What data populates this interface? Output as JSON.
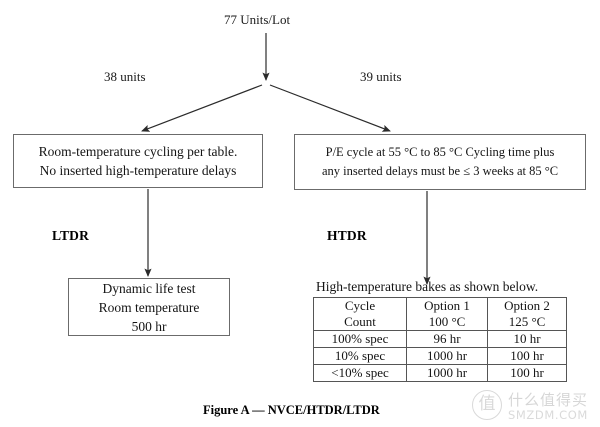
{
  "figure": {
    "caption": "Figure A — NVCE/HTDR/LTDR"
  },
  "top": {
    "lot_label": "77 Units/Lot",
    "left_branch_label": "38 units",
    "right_branch_label": "39 units"
  },
  "boxes": {
    "left_top": {
      "line1": "Room-temperature cycling per table.",
      "line2": "No inserted high-temperature delays"
    },
    "right_top": {
      "line1": "P/E cycle at 55 °C to 85 °C Cycling time plus",
      "line2": "any inserted delays must be ≤ 3 weeks at 85 °C"
    },
    "left_bottom": {
      "line1": "Dynamic life test",
      "line2": "Room temperature",
      "line3": "500 hr"
    }
  },
  "stage_labels": {
    "left": "LTDR",
    "right": "HTDR"
  },
  "bakes": {
    "caption": "High-temperature bakes as shown below.",
    "table": {
      "header": [
        {
          "line1": "Cycle",
          "line2": "Count"
        },
        {
          "line1": "Option 1",
          "line2": "100 °C"
        },
        {
          "line1": "Option 2",
          "line2": "125 °C"
        }
      ],
      "rows": [
        [
          "100% spec",
          "96 hr",
          "10 hr"
        ],
        [
          "10% spec",
          "1000 hr",
          "100 hr"
        ],
        [
          "<10% spec",
          "1000 hr",
          "100 hr"
        ]
      ]
    }
  },
  "watermark": {
    "mark": "值",
    "cn_text": "什么值得买",
    "en_text": "SMZDM.COM"
  },
  "colors": {
    "line": "#333333",
    "box_border": "#6b6b6b",
    "text": "#141414",
    "background": "#ffffff"
  }
}
